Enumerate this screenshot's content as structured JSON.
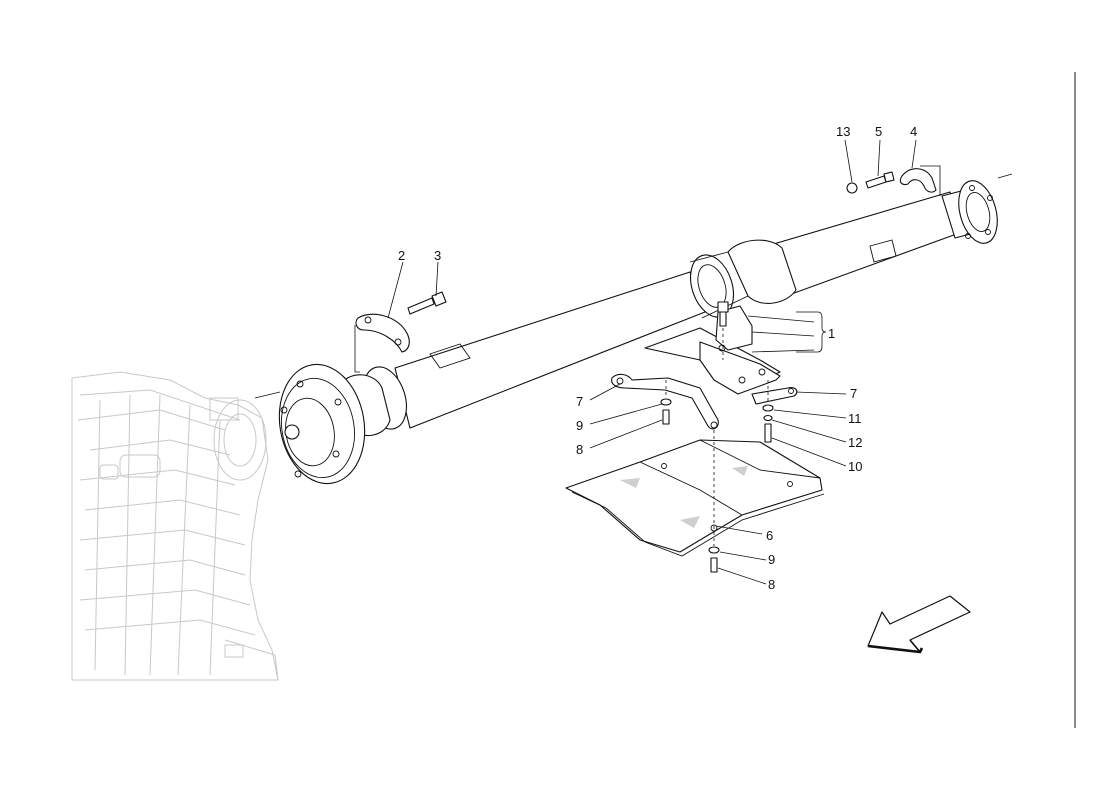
{
  "callouts": [
    {
      "id": "c1",
      "label": "1"
    },
    {
      "id": "c2",
      "label": "2"
    },
    {
      "id": "c3",
      "label": "3"
    },
    {
      "id": "c4",
      "label": "4"
    },
    {
      "id": "c5",
      "label": "5"
    },
    {
      "id": "c6",
      "label": "6"
    },
    {
      "id": "c7a",
      "label": "7"
    },
    {
      "id": "c7b",
      "label": "7"
    },
    {
      "id": "c8a",
      "label": "8"
    },
    {
      "id": "c8b",
      "label": "8"
    },
    {
      "id": "c9a",
      "label": "9"
    },
    {
      "id": "c9b",
      "label": "9"
    },
    {
      "id": "c10",
      "label": "10"
    },
    {
      "id": "c11",
      "label": "11"
    },
    {
      "id": "c12",
      "label": "12"
    },
    {
      "id": "c13",
      "label": "13"
    }
  ],
  "direction_arrow": "front-direction-arrow",
  "colors": {
    "line": "#111111",
    "ghost": "#c8c8c8",
    "background": "#ffffff"
  }
}
